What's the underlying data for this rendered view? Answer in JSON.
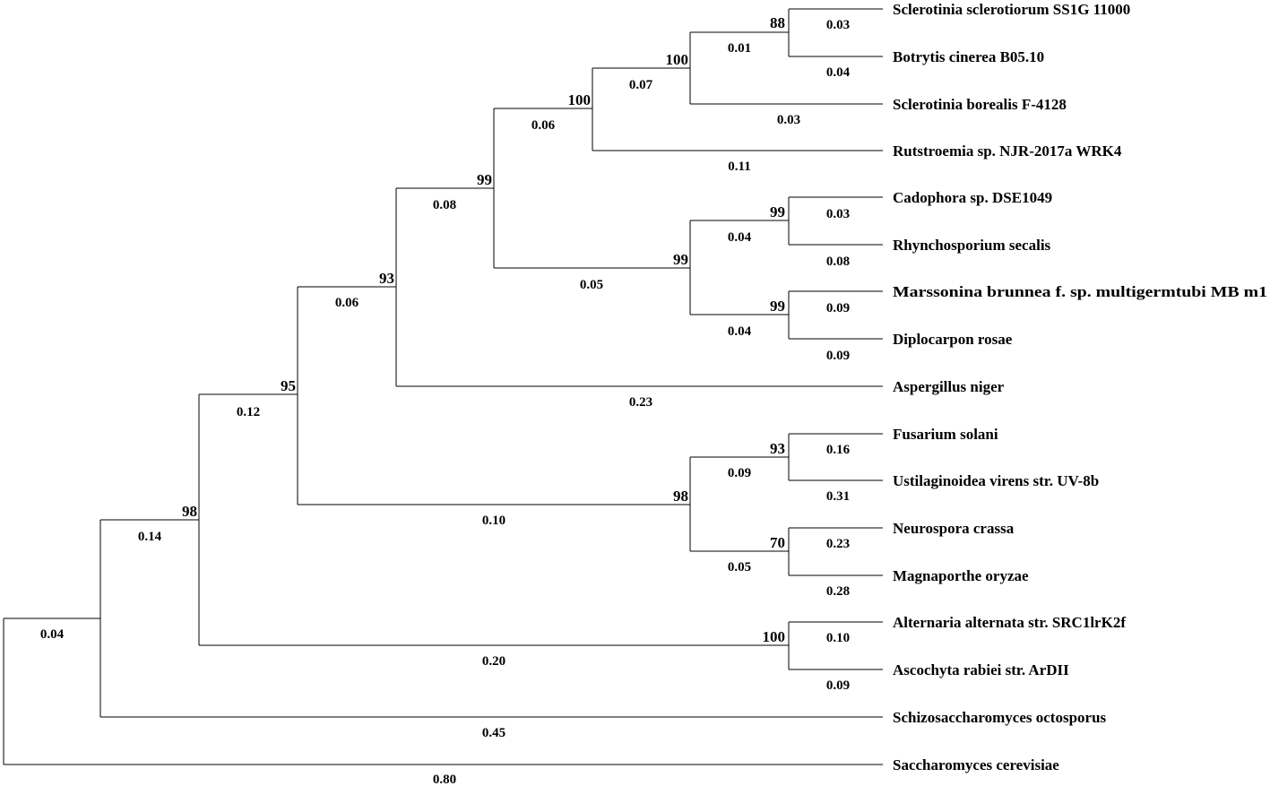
{
  "tree": {
    "taxa": [
      "Sclerotinia sclerotiorum SS1G 11000",
      "Botrytis cinerea B05.10",
      "Sclerotinia borealis F-4128",
      "Rutstroemia sp. NJR-2017a WRK4",
      "Cadophora sp. DSE1049",
      "Rhynchosporium secalis",
      "Marssonina brunnea f. sp. multigermtubi MB m1",
      "Diplocarpon rosae",
      "Aspergillus niger",
      "Fusarium solani",
      "Ustilaginoidea virens str. UV-8b",
      "Neurospora crassa",
      "Magnaporthe oryzae",
      "Alternaria alternata str. SRC1lrK2f",
      "Ascochyta rabiei str. ArDII",
      "Schizosaccharomyces octosporus",
      "Saccharomyces cerevisiae"
    ],
    "support_values": [
      "88",
      "100",
      "100",
      "99",
      "99",
      "99",
      "99",
      "93",
      "95",
      "93",
      "98",
      "70",
      "100",
      "98"
    ],
    "branch_lengths": [
      "0.03",
      "0.04",
      "0.01",
      "0.03",
      "0.07",
      "0.11",
      "0.06",
      "0.03",
      "0.08",
      "0.04",
      "0.09",
      "0.09",
      "0.04",
      "0.05",
      "0.08",
      "0.23",
      "0.06",
      "0.16",
      "0.31",
      "0.09",
      "0.23",
      "0.28",
      "0.05",
      "0.10",
      "0.12",
      "0.10",
      "0.09",
      "0.20",
      "0.14",
      "0.45",
      "0.04",
      "0.80"
    ]
  }
}
